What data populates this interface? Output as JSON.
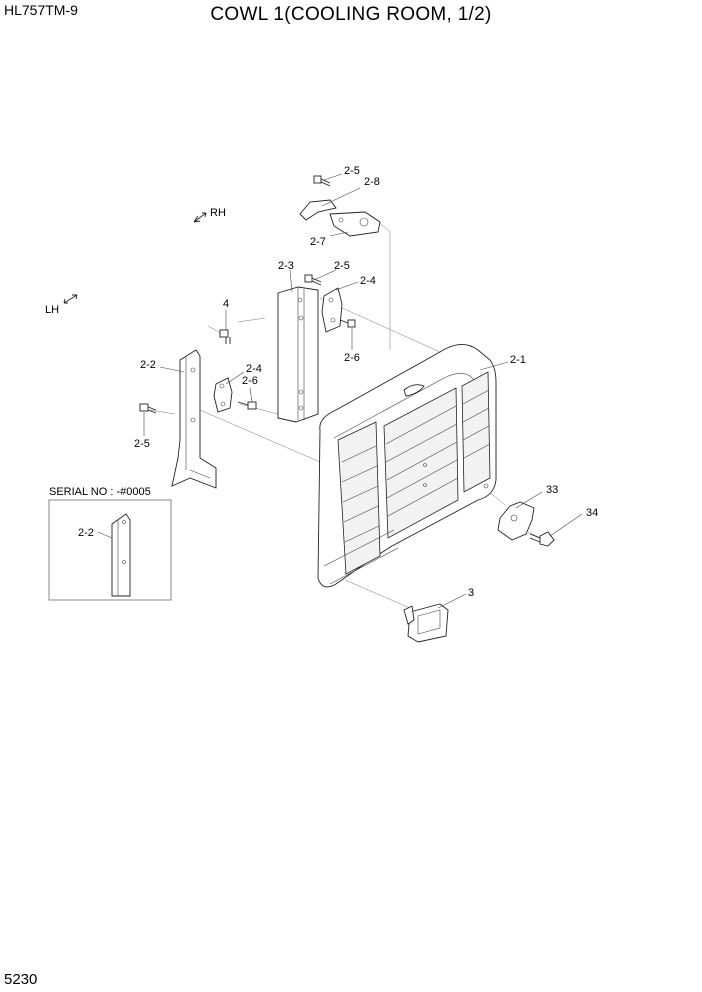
{
  "header": {
    "model": "HL757TM-9",
    "title": "COWL 1(COOLING ROOM, 1/2)"
  },
  "footer": {
    "page_number": "5230"
  },
  "orientation": {
    "rh": "RH",
    "lh": "LH"
  },
  "inset": {
    "caption": "SERIAL NO : -#0005",
    "part_label": "2-2"
  },
  "callouts": {
    "c_2_5_top": "2-5",
    "c_2_8": "2-8",
    "c_2_7": "2-7",
    "c_2_3": "2-3",
    "c_2_5_mid": "2-5",
    "c_2_4_mid": "2-4",
    "c_2_6_mid": "2-6",
    "c_4": "4",
    "c_2_2": "2-2",
    "c_2_4_left": "2-4",
    "c_2_6_left": "2-6",
    "c_2_5_left": "2-5",
    "c_2_1": "2-1",
    "c_33": "33",
    "c_34": "34",
    "c_3": "3"
  }
}
